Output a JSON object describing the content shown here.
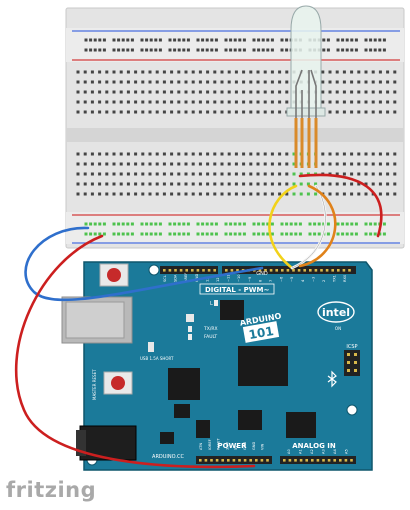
{
  "board": {
    "brand": "intel",
    "model_name": "ARDUINO",
    "model_number": "101",
    "digital_label": "DIGITAL - PWM~",
    "power_label": "POWER",
    "analog_label": "ANALOG IN",
    "url": "ARDUINO.CC",
    "usb_label": "USB 1.5A SHORT",
    "txrx_label": "TX/RX",
    "fault_label": "FAULT",
    "reset_label": "MASTER RESET",
    "on_label": "ON",
    "icsp_label": "ICSP",
    "l_label": "L",
    "gnd_label": "GND",
    "power_pins": [
      "ATN",
      "IOREF",
      "RESET",
      "3.3V",
      "5V",
      "GND",
      "GND",
      "VIN"
    ],
    "analog_pins": [
      "A0",
      "A1",
      "A2",
      "A3",
      "A4",
      "A5"
    ],
    "digital_pins": [
      "SCL",
      "SDA",
      "AREF",
      "GND",
      "13",
      "12",
      "~11",
      "~10",
      "~9",
      "8",
      "7",
      "~6",
      "~5",
      "4",
      "~3",
      "2",
      "TX1",
      "RX0"
    ]
  },
  "logo": {
    "text": "fritzing"
  },
  "colors": {
    "board_teal": "#1b7a9a",
    "breadboard": "#e6e6e6",
    "wire_red": "#cc1f1f",
    "wire_blue": "#2f6fcc",
    "wire_yellow": "#f2d21a",
    "wire_orange": "#e0821a",
    "wire_white": "#f4f4f4",
    "hole_highlight": "#4ec24e"
  }
}
